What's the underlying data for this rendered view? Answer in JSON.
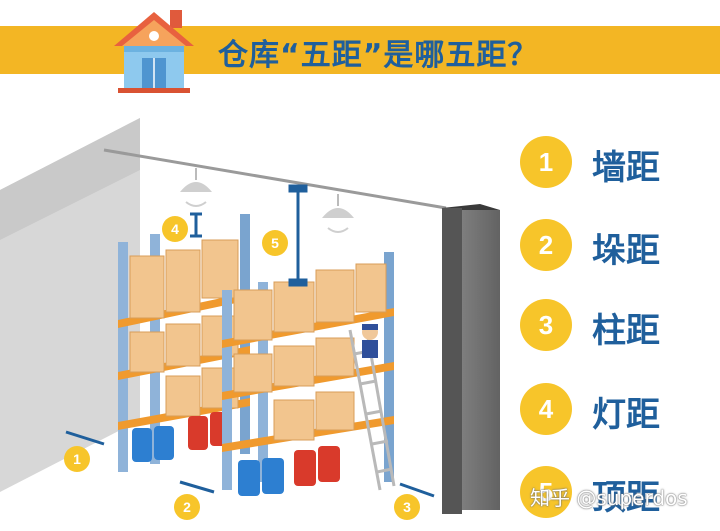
{
  "header": {
    "title": "仓库“五距”是哪五距？",
    "house_icon": "warehouse-house-icon"
  },
  "legend": [
    {
      "num": "1",
      "label": "墙距"
    },
    {
      "num": "2",
      "label": "垛距"
    },
    {
      "num": "3",
      "label": "柱距"
    },
    {
      "num": "4",
      "label": "灯距"
    },
    {
      "num": "5",
      "label": "顶距"
    }
  ],
  "markers": [
    "1",
    "2",
    "3",
    "4",
    "5"
  ],
  "watermark": "知乎 @superdos",
  "colors": {
    "banner": "#f3b624",
    "title": "#1f5f9c",
    "marker": "#f7c52a",
    "rack": "#8fb3d9",
    "shelf": "#f09a2e",
    "box": "#f2c58e"
  }
}
